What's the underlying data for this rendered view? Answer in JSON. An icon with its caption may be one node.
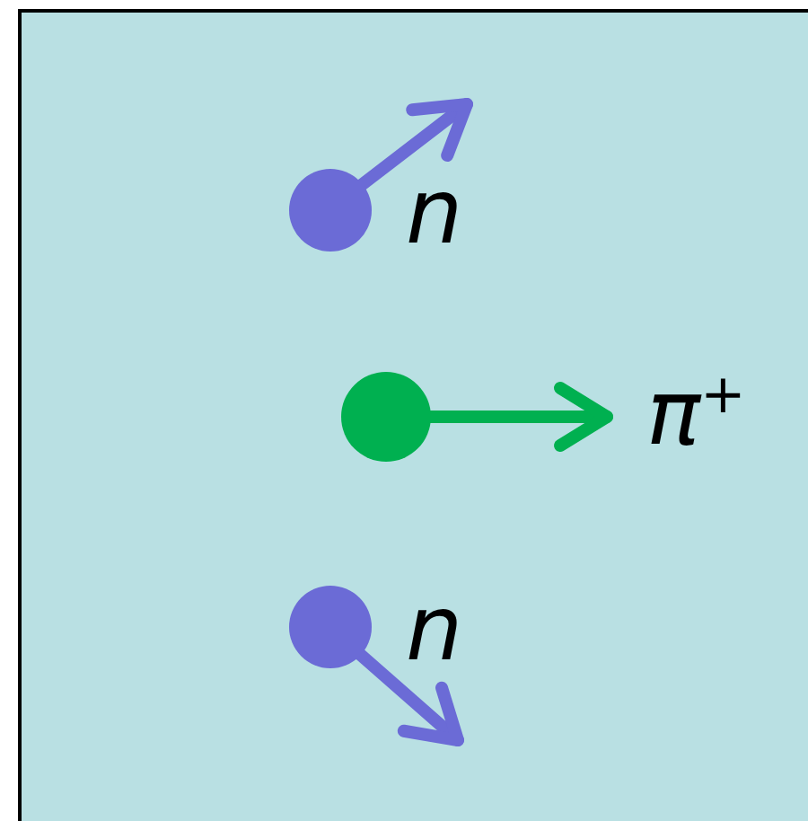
{
  "diagram": {
    "nodes": [
      {
        "text": [],
        "shape": "circle",
        "beside": [
          "n"
        ]
      },
      {
        "text": [],
        "shape": "circle",
        "beside": [
          "π$^{+}$"
        ]
      },
      {
        "text": [],
        "shape": "circle",
        "beside": [
          "n"
        ]
      }
    ]
  }
}
